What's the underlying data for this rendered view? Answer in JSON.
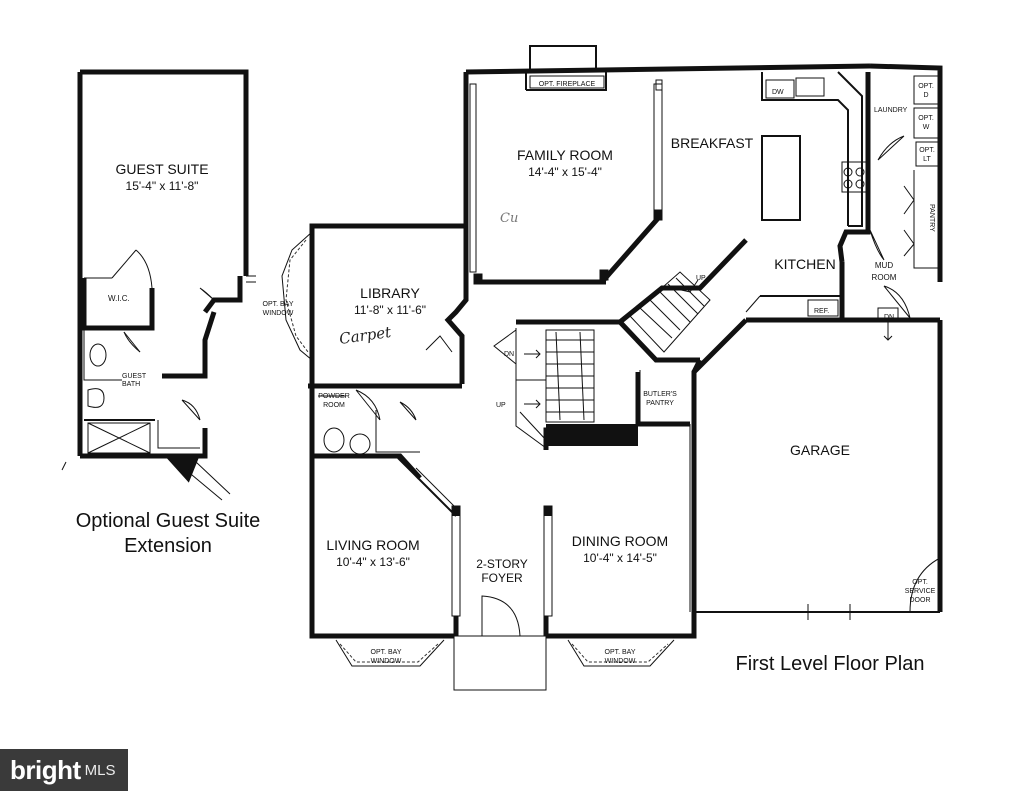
{
  "rooms": {
    "guest_suite": "GUEST SUITE",
    "guest_suite_dim": "15'-4\" x 11'-8\"",
    "wic": "W.I.C.",
    "guest_bath_1": "GUEST",
    "guest_bath_2": "BATH",
    "family_room": "FAMILY ROOM",
    "family_room_dim": "14'-4\" x 15'-4\"",
    "breakfast": "BREAKFAST",
    "kitchen": "KITCHEN",
    "laundry": "LAUNDRY",
    "pantry": "PANTRY",
    "mud_room_1": "MUD",
    "mud_room_2": "ROOM",
    "library": "LIBRARY",
    "library_dim": "11'-8\" x 11'-6\"",
    "powder_room_1": "POWDER",
    "powder_room_2": "ROOM",
    "living_room": "LIVING ROOM",
    "living_room_dim": "10'-4\" x 13'-6\"",
    "foyer_1": "2-STORY",
    "foyer_2": "FOYER",
    "dining_room": "DINING ROOM",
    "dining_room_dim": "10'-4\" x 14'-5\"",
    "garage": "GARAGE",
    "butlers_pantry_1": "BUTLER'S",
    "butlers_pantry_2": "PANTRY"
  },
  "labels": {
    "opt_fireplace": "OPT. FIREPLACE",
    "dw": "DW",
    "opt_d_1": "OPT.",
    "opt_d_2": "D",
    "opt_w_1": "OPT.",
    "opt_w_2": "W",
    "opt_lt_1": "OPT.",
    "opt_lt_2": "LT",
    "ref": "REF.",
    "dn": "DN",
    "up": "UP",
    "opt_bay_window_1": "OPT. BAY",
    "opt_bay_window_2": "WINDOW",
    "opt_service_1": "OPT.",
    "opt_service_2": "SERVICE",
    "opt_service_3": "DOOR"
  },
  "captions": {
    "optional_1": "Optional Guest Suite",
    "optional_2": "Extension",
    "first_level": "First Level Floor Plan"
  },
  "handwriting": {
    "carpet": "Carpet",
    "family_note": "Cu"
  },
  "watermark": {
    "brand": "bright",
    "suffix": "MLS"
  }
}
